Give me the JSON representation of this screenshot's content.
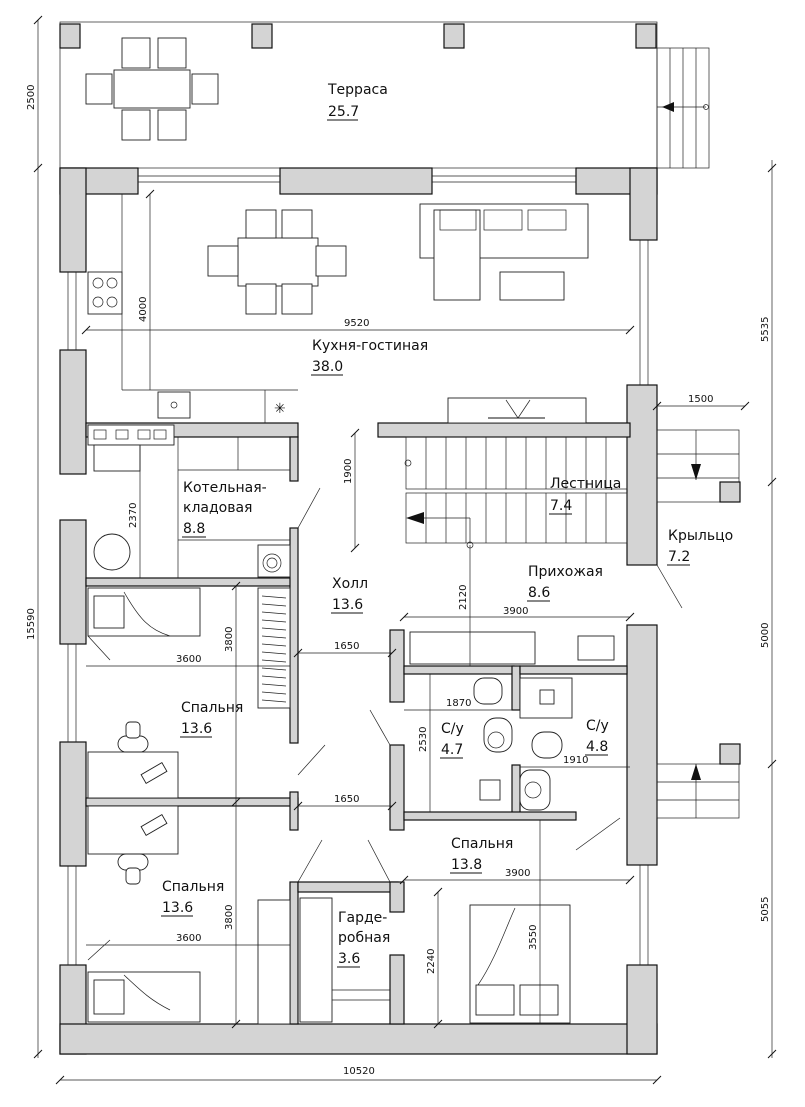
{
  "rooms": {
    "terrace": {
      "name": "Терраса",
      "area": "25.7"
    },
    "kitchen_living": {
      "name": "Кухня-гостиная",
      "area": "38.0"
    },
    "boiler_storage": {
      "name1": "Котельная-",
      "name2": "кладовая",
      "area": "8.8"
    },
    "stair": {
      "name": "Лестница",
      "area": "7.4"
    },
    "porch": {
      "name": "Крыльцо",
      "area": "7.2"
    },
    "hall": {
      "name": "Холл",
      "area": "13.6"
    },
    "entrance": {
      "name": "Прихожая",
      "area": "8.6"
    },
    "bedroom1": {
      "name": "Спальня",
      "area": "13.6"
    },
    "bath1": {
      "name": "С/у",
      "area": "4.7"
    },
    "bath2": {
      "name": "С/у",
      "area": "4.8"
    },
    "bedroom2": {
      "name": "Спальня",
      "area": "13.6"
    },
    "bedroom3": {
      "name": "Спальня",
      "area": "13.8"
    },
    "wardrobe": {
      "name1": "Гарде-",
      "name2": "робная",
      "area": "3.6"
    }
  },
  "dimensions": {
    "left_top": "2500",
    "left_total": "15590",
    "bottom_total": "10520",
    "right_1": "5535",
    "right_2": "5000",
    "right_3": "5055",
    "kitchen_width": "9520",
    "kitchen_depth": "4000",
    "boiler_depth": "2370",
    "stair_depth": "1900",
    "hall_gap": "2120",
    "porch_width": "1500",
    "entrance_width": "3900",
    "bedroom1_depth": "3800",
    "bedroom1_width": "3600",
    "corridor_1": "1650",
    "corridor_2": "1650",
    "bath_w1": "1870",
    "bath_w2": "1910",
    "bath_depth": "2530",
    "bedroom3_width": "3900",
    "bedroom3_depth": "3550",
    "wardrobe_depth": "2240",
    "bedroom2_depth": "3800",
    "bedroom2_width": "3600"
  }
}
